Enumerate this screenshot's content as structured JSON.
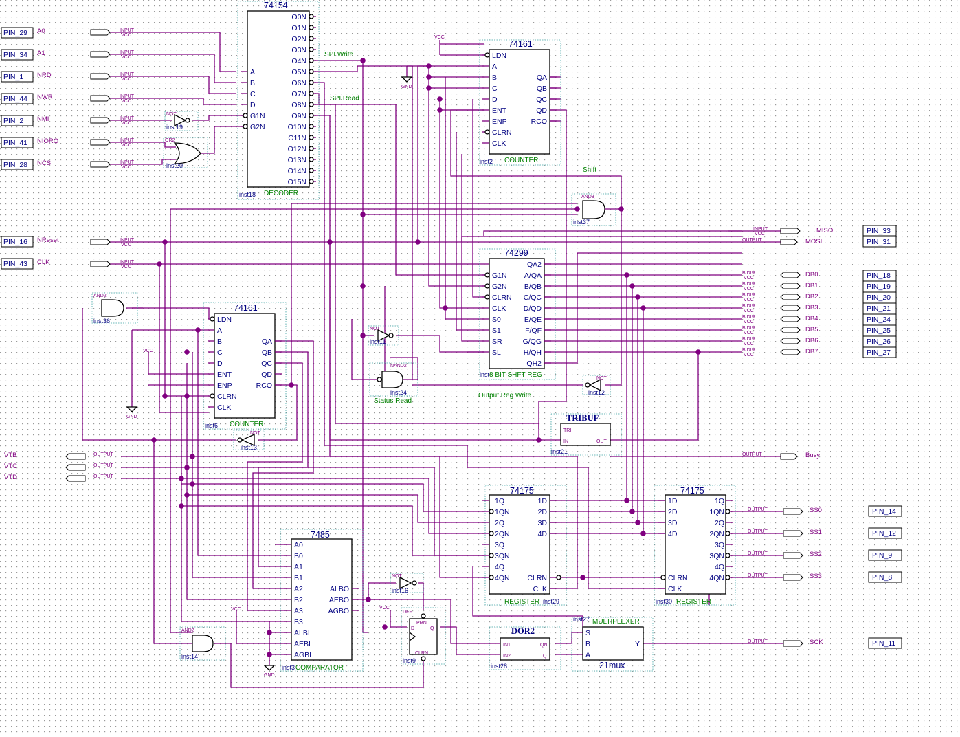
{
  "pins": {
    "pin29": "PIN_29",
    "pin34": "PIN_34",
    "pin1": "PIN_1",
    "pin44": "PIN_44",
    "pin2": "PIN_2",
    "pin41": "PIN_41",
    "pin28": "PIN_28",
    "pin16": "PIN_16",
    "pin43": "PIN_43",
    "pin33": "PIN_33",
    "pin31": "PIN_31",
    "pin18": "PIN_18",
    "pin19": "PIN_19",
    "pin20": "PIN_20",
    "pin21": "PIN_21",
    "pin24": "PIN_24",
    "pin25": "PIN_25",
    "pin26": "PIN_26",
    "pin27": "PIN_27",
    "pin14": "PIN_14",
    "pin12": "PIN_12",
    "pin9": "PIN_9",
    "pin8": "PIN_8",
    "pin11": "PIN_11"
  },
  "signals": {
    "a0": "A0",
    "a1": "A1",
    "nrd": "NRD",
    "nwr": "NWR",
    "nmi": "NMI",
    "niorq": "NIORQ",
    "ncs": "NCS",
    "nreset": "NReset",
    "clk": "CLK",
    "miso": "MISO",
    "mosi": "MOSI",
    "db0": "DB0",
    "db1": "DB1",
    "db2": "DB2",
    "db3": "DB3",
    "db4": "DB4",
    "db5": "DB5",
    "db6": "DB6",
    "db7": "DB7",
    "busy": "Busy",
    "vtb": "VTB",
    "vtc": "VTC",
    "vtd": "VTD",
    "ss0": "SS0",
    "ss1": "SS1",
    "ss2": "SS2",
    "ss3": "SS3",
    "sck": "SCK"
  },
  "io": {
    "input": "INPUT",
    "output": "OUTPUT",
    "bidir": "BIDIR",
    "vcc": "VCC",
    "gnd": "GND"
  },
  "labels": {
    "spi_write": "SPI Write",
    "spi_read": "SPI Read",
    "shift": "Shift",
    "status_read": "Status Read",
    "output_reg_write": "Output Reg Write"
  },
  "gates": {
    "not": "NOT",
    "or2": "OR2",
    "and2": "AND2",
    "and3": "AND3",
    "nand2": "NAND2",
    "dff": "DFF"
  },
  "decoder": {
    "part": "74154",
    "desc": "DECODER",
    "inst": "inst18",
    "left_ports": [
      "A",
      "B",
      "C",
      "D",
      "G1N",
      "G2N"
    ],
    "right_ports": [
      "O0N",
      "O1N",
      "O2N",
      "O3N",
      "O4N",
      "O5N",
      "O6N",
      "O7N",
      "O8N",
      "O9N",
      "O10N",
      "O11N",
      "O12N",
      "O13N",
      "O14N",
      "O15N"
    ]
  },
  "counter_top": {
    "part": "74161",
    "desc": "COUNTER",
    "inst": "inst2",
    "left_ports": [
      "LDN",
      "A",
      "B",
      "C",
      "D",
      "ENT",
      "ENP",
      "CLRN",
      "CLK"
    ],
    "right_ports": [
      "QA",
      "QB",
      "QC",
      "QD",
      "RCO"
    ]
  },
  "counter_left": {
    "part": "74161",
    "desc": "COUNTER",
    "inst": "inst6",
    "left_ports": [
      "LDN",
      "A",
      "B",
      "C",
      "D",
      "ENT",
      "ENP",
      "CLRN",
      "CLK"
    ],
    "right_ports": [
      "QA",
      "QB",
      "QC",
      "QD",
      "RCO"
    ]
  },
  "shift_reg": {
    "part": "74299",
    "desc": "8 BIT SHFT REG",
    "inst": "inst",
    "left_ports": [
      "G1N",
      "G2N",
      "CLRN",
      "CLK",
      "S0",
      "S1",
      "SR",
      "SL"
    ],
    "right_ports": [
      "QA2",
      "A/QA",
      "B/QB",
      "C/QC",
      "D/QD",
      "E/QE",
      "F/QF",
      "G/QG",
      "H/QH",
      "QH2"
    ]
  },
  "comparator": {
    "part": "7485",
    "desc": "COMPARATOR",
    "inst": "inst3",
    "left_ports": [
      "A0",
      "B0",
      "A1",
      "B1",
      "A2",
      "B2",
      "A3",
      "B3",
      "ALBI",
      "AEBI",
      "AGBI"
    ],
    "right_ports": [
      "ALBO",
      "AEBO",
      "AGBO"
    ]
  },
  "reg1": {
    "part": "74175",
    "desc": "REGISTER",
    "inst": "inst29",
    "left_ports": [
      "1Q",
      "1QN",
      "2Q",
      "2QN",
      "3Q",
      "3QN",
      "4Q",
      "4QN"
    ],
    "right_ports": [
      "1D",
      "2D",
      "3D",
      "4D",
      "CLRN",
      "CLK"
    ]
  },
  "reg2": {
    "part": "74175",
    "desc": "REGISTER",
    "inst": "inst30",
    "left_ports": [
      "1D",
      "2D",
      "3D",
      "4D",
      "CLRN",
      "CLK"
    ],
    "right_ports": [
      "1Q",
      "1QN",
      "2Q",
      "2QN",
      "3Q",
      "3QN",
      "4Q",
      "4QN"
    ]
  },
  "tribuf": {
    "name": "TRIBUF",
    "tri": "TRI",
    "in": "IN",
    "out": "OUT",
    "inst": "inst21"
  },
  "dor2": {
    "name": "DOR2",
    "in1": "IN1",
    "in2": "IN2",
    "qn": "QN",
    "q": "Q",
    "inst": "inst28"
  },
  "mux": {
    "name": "MULTIPLEXER",
    "desc": "21mux",
    "inst": "inst27",
    "s": "S",
    "b": "B",
    "a": "A",
    "y": "Y"
  },
  "dff": {
    "prn": "PRN",
    "clrn": "CLRN",
    "d": "D",
    "q": "Q",
    "inst": "inst9"
  },
  "inst": {
    "not19": "inst19",
    "or20": "inst20",
    "and37": "inst37",
    "and36": "inst36",
    "not11": "inst11",
    "nand24": "inst24",
    "not12": "inst12",
    "not13": "inst13",
    "and14": "inst14",
    "not16": "inst16"
  },
  "colors": {
    "wire": "#800080",
    "part_label": "#000080",
    "net_label": "#008000",
    "frame": "#3ba4a4"
  }
}
